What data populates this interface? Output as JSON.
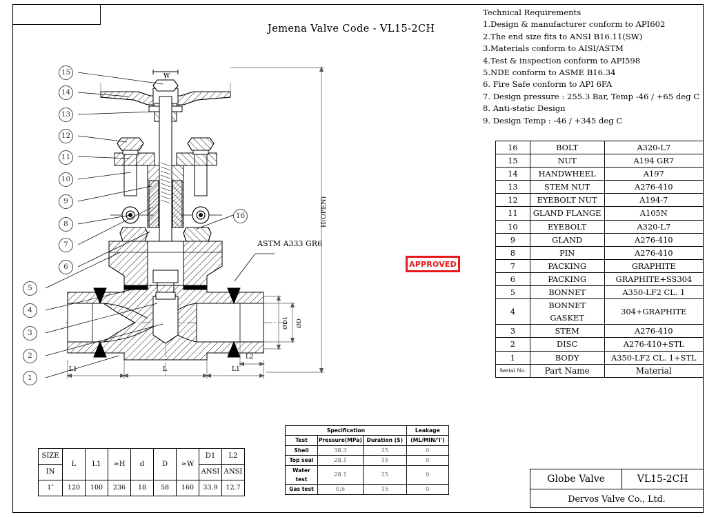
{
  "drawing": {
    "title": "Jemena Valve Code - VL15-2CH",
    "material_note": "ASTM A333 GR6",
    "stamp": "APPROVED",
    "stamp_color": "#e8191a"
  },
  "technical_requirements": {
    "heading": "Technical Requirements",
    "items": [
      "1.Design & manufacturer conform to API602",
      "2.The end size fits to  ANSI B16.11(SW)",
      "3.Materials conform to AISI/ASTM",
      "4.Test & inspection conform to API598",
      "5.NDE conform to ASME B16.34",
      "6. Fire Safe conform to API 6FA",
      "7. Design pressure : 255.3 Bar, Temp -46 / +65 deg C",
      "8. Anti-static Design",
      "9. Design Temp : -46 / +345 deg C"
    ]
  },
  "parts_table": {
    "headers": [
      "Serial No.",
      "Part Name",
      "Material"
    ],
    "rows": [
      [
        "16",
        "BOLT",
        "A320-L7"
      ],
      [
        "15",
        "NUT",
        "A194 GR7"
      ],
      [
        "14",
        "HANDWHEEL",
        "A197"
      ],
      [
        "13",
        "STEM NUT",
        "A276-410"
      ],
      [
        "12",
        "EYEBOLT NUT",
        "A194-7"
      ],
      [
        "11",
        "GLAND FLANGE",
        "A105N"
      ],
      [
        "10",
        "EYEBOLT",
        "A320-L7"
      ],
      [
        "9",
        "GLAND",
        "A276-410"
      ],
      [
        "8",
        "PIN",
        "A276-410"
      ],
      [
        "7",
        "PACKING",
        "GRAPHITE"
      ],
      [
        "6",
        "PACKING",
        "GRAPHITE+SS304"
      ],
      [
        "5",
        "BONNET",
        "A350-LF2 CL. 1"
      ],
      [
        "4",
        "BONNET GASKET",
        "304+GRAPHITE"
      ],
      [
        "3",
        "STEM",
        "A276-410"
      ],
      [
        "2",
        "DISC",
        "A276-410+STL"
      ],
      [
        "1",
        "BODY",
        "A350-LF2 CL. 1+STL"
      ]
    ]
  },
  "spec_table": {
    "group_headers": [
      "Specification",
      "Leakage"
    ],
    "headers": [
      "Test",
      "Pressure(MPa)",
      "Duration (S)",
      "(ML/MIN/'I')"
    ],
    "rows": [
      [
        "Shell",
        "38.3",
        "15",
        "0"
      ],
      [
        "Top seal",
        "28.1",
        "15",
        "0"
      ],
      [
        "Water test",
        "28.1",
        "15",
        "0"
      ],
      [
        "Gas test",
        "0.6",
        "15",
        "0"
      ]
    ]
  },
  "dims_table": {
    "headers_top": [
      "SIZE",
      "L",
      "L1",
      "≈H",
      "d",
      "D",
      "≈W",
      "D1",
      "L2"
    ],
    "headers_bottom": [
      "IN",
      "ANSI",
      "ANSI"
    ],
    "values": [
      "1″",
      "120",
      "100",
      "236",
      "18",
      "58",
      "160",
      "33.9",
      "12.7"
    ]
  },
  "title_block": {
    "product": "Globe Valve",
    "code": "VL15-2CH",
    "company": "Dervos Valve Co., Ltd."
  },
  "callouts": {
    "balloons": [
      "1",
      "2",
      "3",
      "4",
      "5",
      "6",
      "7",
      "8",
      "9",
      "10",
      "11",
      "12",
      "13",
      "14",
      "15",
      "16"
    ]
  },
  "dim_labels": {
    "w": "W",
    "h_open": "H(OPEN)",
    "l": "L",
    "l1_left": "L1",
    "l1_right": "L1",
    "l2": "L2",
    "d1": "ØD1",
    "d": "ØD"
  }
}
